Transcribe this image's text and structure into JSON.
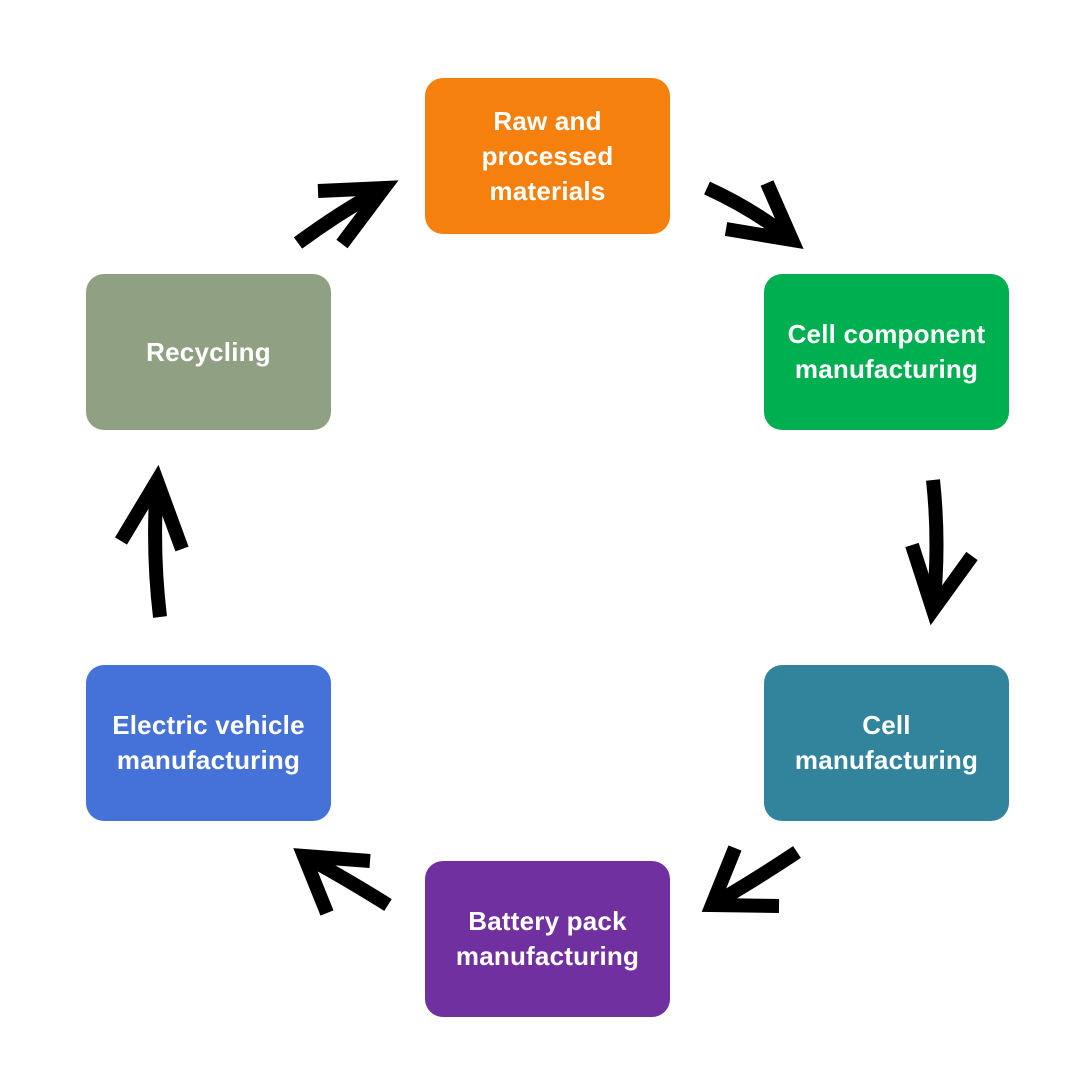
{
  "diagram": {
    "type": "cycle",
    "nodes": [
      {
        "id": "raw",
        "label": "Raw and\nprocessed\nmaterials",
        "color": "#F5800E"
      },
      {
        "id": "component",
        "label": "Cell component\nmanufacturing",
        "color": "#00B050"
      },
      {
        "id": "cell",
        "label": "Cell\nmanufacturing",
        "color": "#31849B"
      },
      {
        "id": "pack",
        "label": "Battery pack\nmanufacturing",
        "color": "#7030A0"
      },
      {
        "id": "ev",
        "label": "Electric vehicle\nmanufacturing",
        "color": "#4472D8"
      },
      {
        "id": "recycle",
        "label": "Recycling",
        "color": "#8FA083"
      }
    ],
    "edges": [
      {
        "from": "raw",
        "to": "component"
      },
      {
        "from": "component",
        "to": "cell"
      },
      {
        "from": "cell",
        "to": "pack"
      },
      {
        "from": "pack",
        "to": "ev"
      },
      {
        "from": "ev",
        "to": "recycle"
      },
      {
        "from": "recycle",
        "to": "raw"
      }
    ],
    "arrow_color": "#000000"
  }
}
